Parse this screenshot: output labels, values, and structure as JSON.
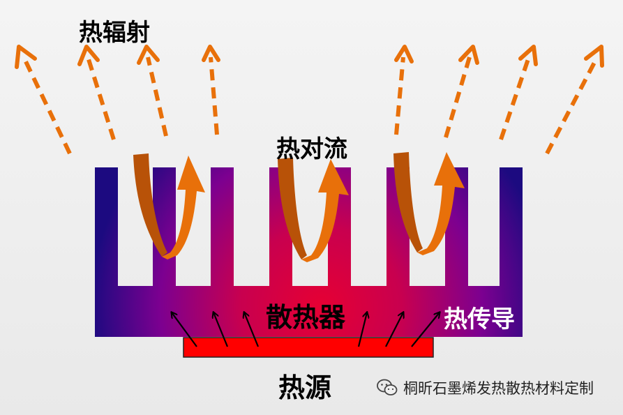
{
  "labels": {
    "radiation": "热辐射",
    "convection": "热对流",
    "heatsink": "散热器",
    "conduction": "热传导",
    "source": "热源"
  },
  "watermark": {
    "text": "桐昕石墨烯发热散热材料定制",
    "icon": "wechat-icon"
  },
  "colors": {
    "arrow_orange": "#e8700a",
    "arrow_dark": "#b85208",
    "sink_edge": "#1c0a80",
    "sink_center": "#e60033",
    "heat_source": "#ff0000"
  }
}
